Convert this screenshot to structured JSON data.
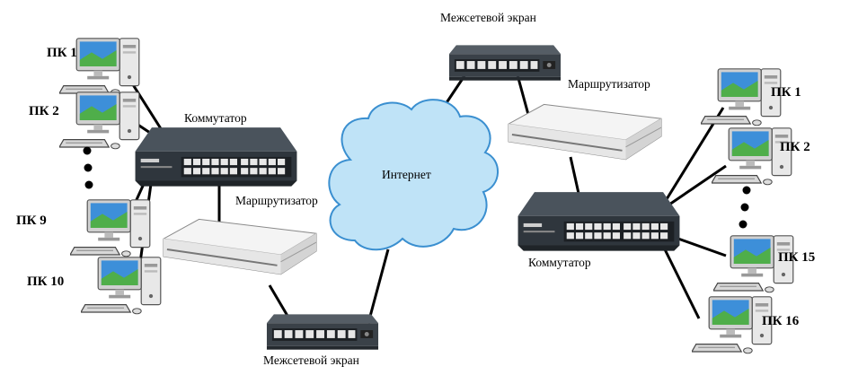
{
  "left": {
    "pcs": [
      {
        "label": "ПК 1"
      },
      {
        "label": "ПК 2"
      },
      {
        "label": "ПК 9"
      },
      {
        "label": "ПК 10"
      }
    ],
    "switch_label": "Коммутатор",
    "router_label": "Маршрутизатор",
    "firewall_label": "Межсетевой экран"
  },
  "internet_label": "Интернет",
  "right": {
    "pcs": [
      {
        "label": "ПК 1"
      },
      {
        "label": "ПК 2"
      },
      {
        "label": "ПК 15"
      },
      {
        "label": "ПК 16"
      }
    ],
    "switch_label": "Коммутатор",
    "router_label": "Маршрутизатор",
    "firewall_label": "Межсетевой экран"
  },
  "colors": {
    "cloud_fill": "#bfe3f7",
    "cloud_stroke": "#3a8fd0",
    "switch_body": "#3a424a",
    "router_body": "#f2f2f2",
    "firewall_body": "#3b4148",
    "link": "#000000"
  }
}
